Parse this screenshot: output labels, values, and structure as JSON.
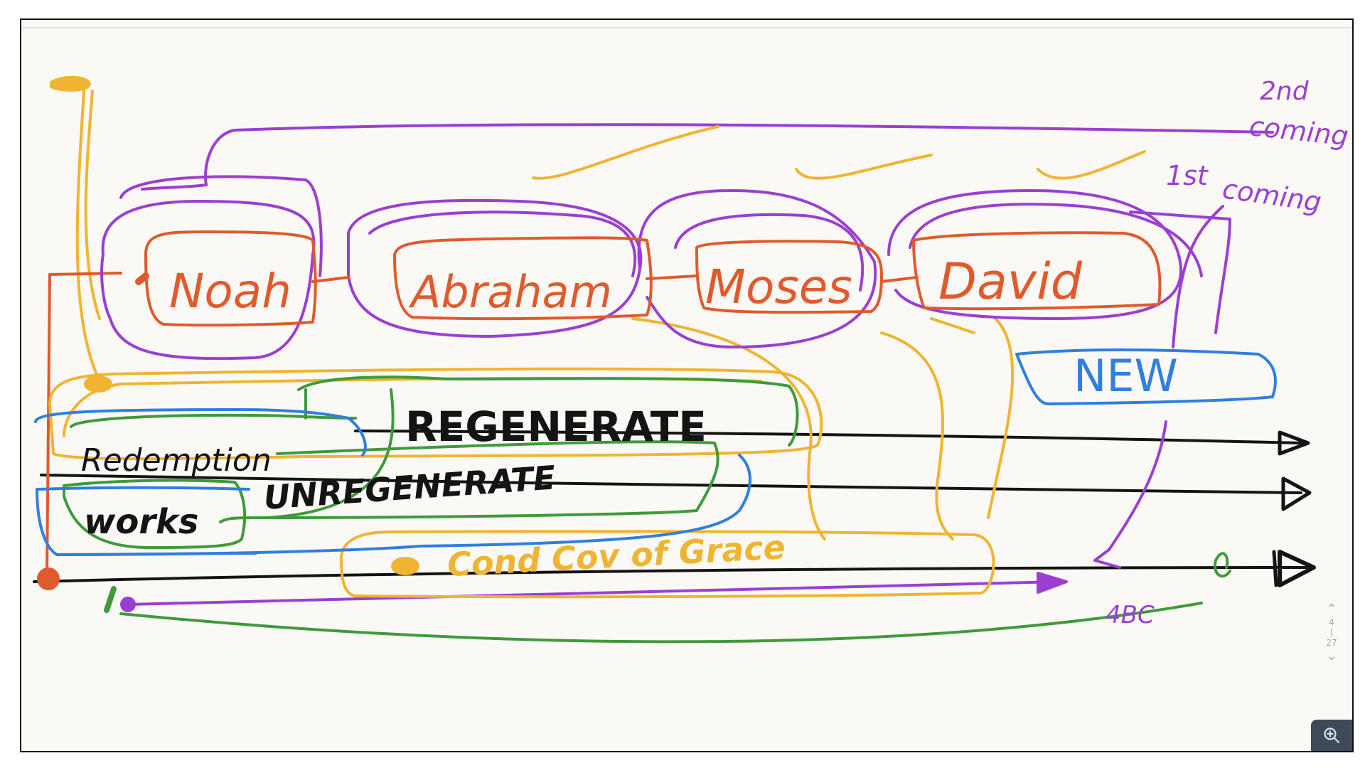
{
  "whiteboard": {
    "names": {
      "noah": "Noah",
      "abraham": "Abraham",
      "moses": "Moses",
      "david": "David"
    },
    "labels": {
      "new": "NEW",
      "regenerate": "REGENERATE",
      "unregenerate": "UNREGENERATE",
      "redemption": "Redemption",
      "works": "works",
      "cond_cov_of_grace": "Cond Cov of Grace",
      "year": "4BC",
      "second_coming_num": "2nd",
      "second_coming_word": "coming",
      "first_coming_num": "1st",
      "first_coming_word": "coming"
    },
    "colors": {
      "orange": "#e05a2b",
      "purple": "#9b3fd1",
      "gold": "#efb431",
      "green": "#3f9a3a",
      "blue": "#2f7fe0",
      "black": "#141414"
    }
  },
  "pager": {
    "current": "4",
    "total": "27"
  },
  "icons": {
    "prev": "chevron-up-icon",
    "next": "chevron-down-icon",
    "zoom": "zoom-in-icon"
  }
}
